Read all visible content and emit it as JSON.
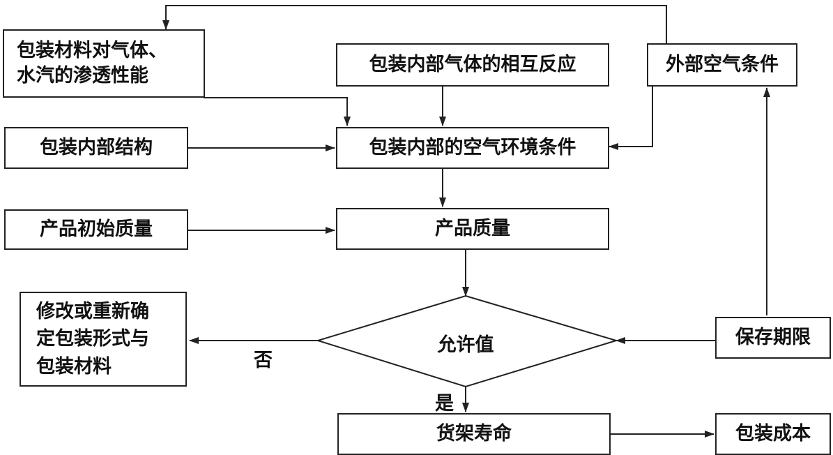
{
  "nodes": {
    "permeability": "包装材料对气体、\n水汽的渗透性能",
    "gas_reaction": "包装内部气体的相互反应",
    "external_air": "外部空气条件",
    "internal_structure": "包装内部结构",
    "internal_air_env": "包装内部的空气环境条件",
    "initial_quality": "产品初始质量",
    "product_quality": "产品质量",
    "modify_packaging": "修改或重新确\n定包装形式与\n包装材料",
    "allowable_value": "允许值",
    "storage_period": "保存期限",
    "shelf_life": "货架寿命",
    "packaging_cost": "包装成本"
  },
  "edge_labels": {
    "no": "否",
    "yes": "是"
  },
  "colors": {
    "line": "#222222",
    "text": "#111111",
    "background": "#ffffff"
  }
}
